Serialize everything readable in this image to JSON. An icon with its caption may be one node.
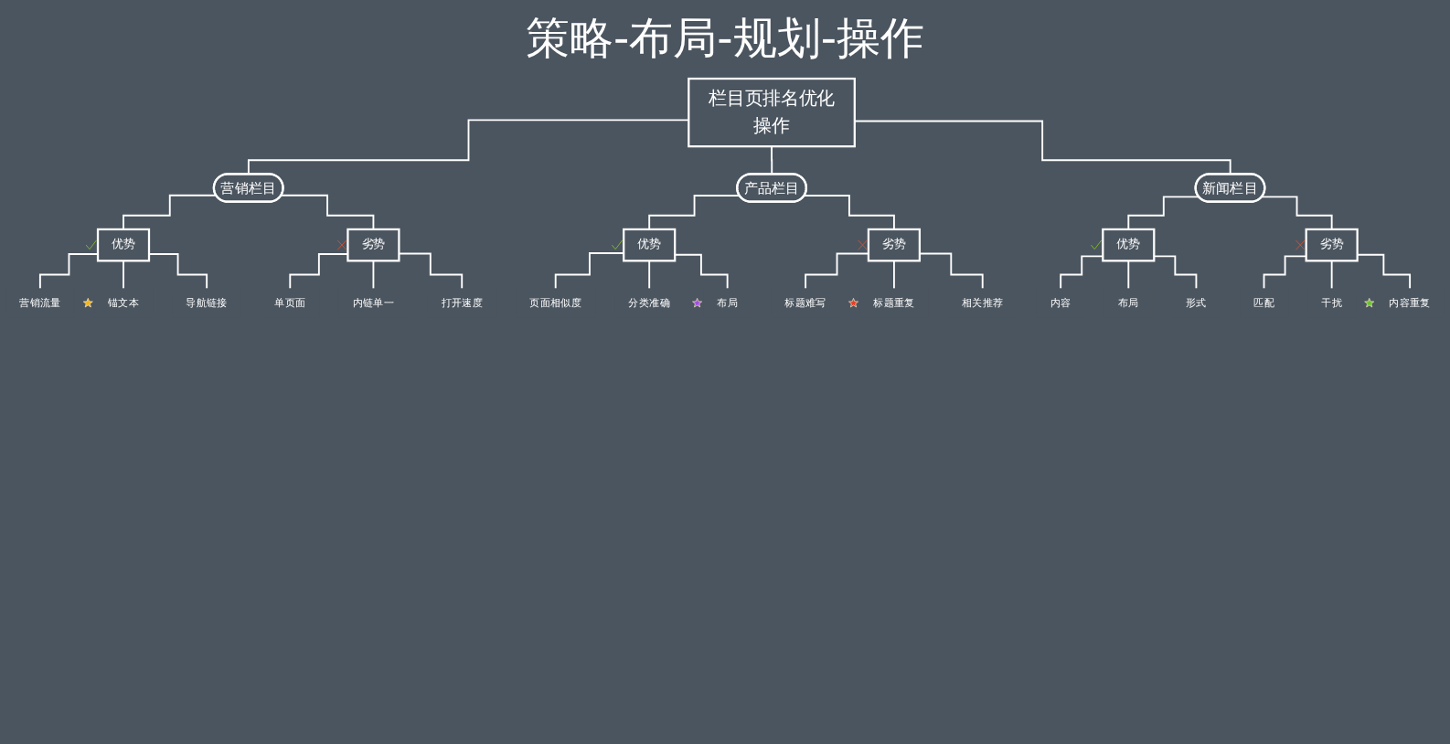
{
  "diagram": {
    "title": "策略-布局-规划-操作",
    "nodes": [
      {
        "text": [
          "栏目页排名优化操作"
        ]
      },
      {
        "text": [
          "营销栏目"
        ]
      },
      {
        "text": [
          "优势"
        ]
      },
      {
        "text": [
          "营销流量"
        ]
      },
      {
        "text": [
          "锚文本"
        ]
      },
      {
        "text": [
          "导航链接"
        ]
      },
      {
        "text": [
          "劣势"
        ]
      },
      {
        "text": [
          "单页面"
        ]
      },
      {
        "text": [
          "内链单一"
        ]
      },
      {
        "text": [
          "打开速度"
        ]
      },
      {
        "text": [
          "产品栏目"
        ]
      },
      {
        "text": [
          "优势"
        ]
      },
      {
        "text": [
          "页面相似度"
        ]
      },
      {
        "text": [
          "分类准确"
        ]
      },
      {
        "text": [
          "布局"
        ]
      },
      {
        "text": [
          "劣势"
        ]
      },
      {
        "text": [
          "标题难写"
        ]
      },
      {
        "text": [
          "标题重复"
        ]
      },
      {
        "text": [
          "相关推荐"
        ]
      },
      {
        "text": [
          "新闻栏目"
        ]
      },
      {
        "text": [
          "优势"
        ]
      },
      {
        "text": [
          "内容"
        ]
      },
      {
        "text": [
          "布局"
        ]
      },
      {
        "text": [
          "形式"
        ]
      },
      {
        "text": [
          "劣势"
        ]
      },
      {
        "text": [
          "匹配"
        ]
      },
      {
        "text": [
          "干扰"
        ]
      },
      {
        "text": [
          "内容重复"
        ]
      }
    ],
    "edges": [
      {
        "from": 0,
        "to": 1,
        "arrow": "none"
      },
      {
        "from": 1,
        "to": 2,
        "arrow": "none"
      },
      {
        "from": 2,
        "to": 3,
        "arrow": "none"
      },
      {
        "from": 2,
        "to": 4,
        "arrow": "none"
      },
      {
        "from": 2,
        "to": 5,
        "arrow": "none"
      },
      {
        "from": 1,
        "to": 6,
        "arrow": "none"
      },
      {
        "from": 6,
        "to": 7,
        "arrow": "none"
      },
      {
        "from": 6,
        "to": 8,
        "arrow": "none"
      },
      {
        "from": 6,
        "to": 9,
        "arrow": "none"
      },
      {
        "from": 0,
        "to": 10,
        "arrow": "none"
      },
      {
        "from": 10,
        "to": 11,
        "arrow": "none"
      },
      {
        "from": 11,
        "to": 12,
        "arrow": "none"
      },
      {
        "from": 11,
        "to": 13,
        "arrow": "none"
      },
      {
        "from": 11,
        "to": 14,
        "arrow": "none"
      },
      {
        "from": 10,
        "to": 15,
        "arrow": "none"
      },
      {
        "from": 15,
        "to": 16,
        "arrow": "none"
      },
      {
        "from": 15,
        "to": 17,
        "arrow": "none"
      },
      {
        "from": 15,
        "to": 18,
        "arrow": "none"
      },
      {
        "from": 0,
        "to": 19,
        "arrow": "none"
      },
      {
        "from": 19,
        "to": 20,
        "arrow": "none"
      },
      {
        "from": 20,
        "to": 21,
        "arrow": "none"
      },
      {
        "from": 20,
        "to": 22,
        "arrow": "none"
      },
      {
        "from": 20,
        "to": 23,
        "arrow": "none"
      },
      {
        "from": 19,
        "to": 24,
        "arrow": "none"
      },
      {
        "from": 24,
        "to": 25,
        "arrow": "none"
      },
      {
        "from": 24,
        "to": 26,
        "arrow": "none"
      },
      {
        "from": 24,
        "to": 27,
        "arrow": "none"
      }
    ]
  }
}
